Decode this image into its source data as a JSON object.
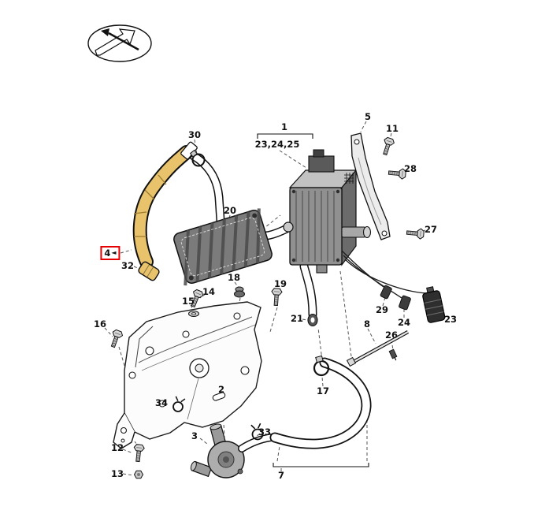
{
  "diagram": {
    "colors": {
      "highlight_box": "#e60000",
      "highlight_part": "#e8c36b",
      "line": "#1a1a1a"
    },
    "highlight": {
      "marker": "◄"
    },
    "labels": {
      "l1": "1",
      "l1_group": "23,24,25",
      "l2": "2",
      "l3": "3",
      "l4": "4",
      "l5": "5",
      "l7": "7",
      "l8": "8",
      "l11": "11",
      "l12": "12",
      "l13": "13",
      "l14": "14",
      "l15": "15",
      "l16": "16",
      "l17": "17",
      "l18": "18",
      "l19": "19",
      "l20": "20",
      "l21": "21",
      "l23": "23",
      "l24": "24",
      "l26": "26",
      "l27": "27",
      "l28": "28",
      "l29": "29",
      "l30": "30",
      "l32": "32",
      "l33": "33",
      "l34": "34"
    }
  }
}
